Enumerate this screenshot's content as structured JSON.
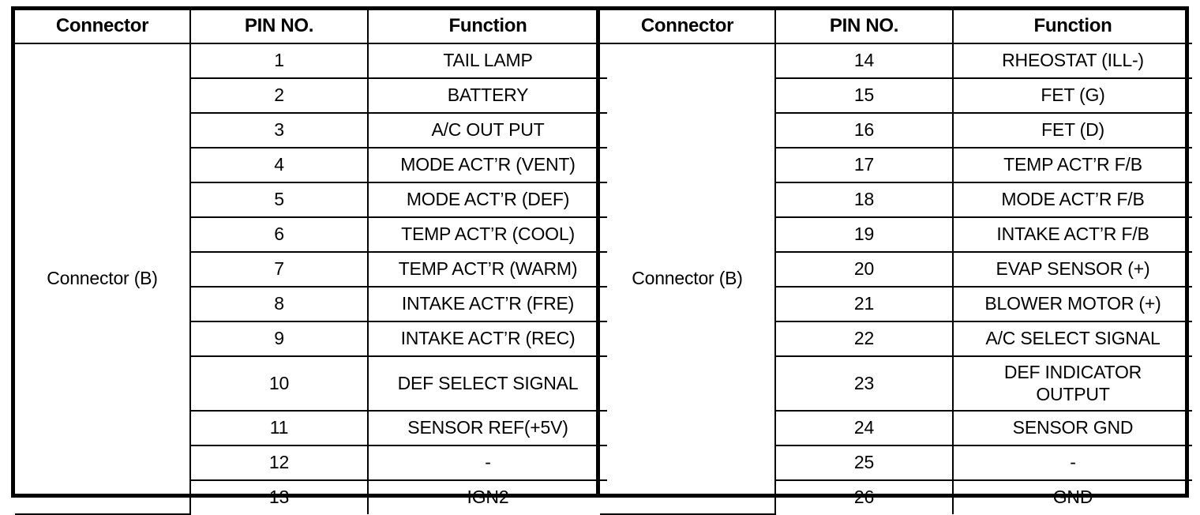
{
  "table": {
    "headers": {
      "connector": "Connector",
      "pin_no": "PIN NO.",
      "function": "Function"
    },
    "left": {
      "connector_label": "Connector (B)",
      "rows": [
        {
          "pin": "1",
          "function": "TAIL LAMP"
        },
        {
          "pin": "2",
          "function": "BATTERY"
        },
        {
          "pin": "3",
          "function": "A/C OUT PUT"
        },
        {
          "pin": "4",
          "function": "MODE ACT’R (VENT)"
        },
        {
          "pin": "5",
          "function": "MODE ACT’R (DEF)"
        },
        {
          "pin": "6",
          "function": "TEMP ACT’R (COOL)"
        },
        {
          "pin": "7",
          "function": "TEMP ACT’R (WARM)"
        },
        {
          "pin": "8",
          "function": "INTAKE ACT’R (FRE)"
        },
        {
          "pin": "9",
          "function": "INTAKE ACT’R (REC)"
        },
        {
          "pin": "10",
          "function": "DEF SELECT SIGNAL"
        },
        {
          "pin": "11",
          "function": "SENSOR REF(+5V)"
        },
        {
          "pin": "12",
          "function": "-"
        },
        {
          "pin": "13",
          "function": "IGN2"
        }
      ]
    },
    "right": {
      "connector_label": "Connector (B)",
      "rows": [
        {
          "pin": "14",
          "function": "RHEOSTAT (ILL-)"
        },
        {
          "pin": "15",
          "function": "FET (G)"
        },
        {
          "pin": "16",
          "function": "FET (D)"
        },
        {
          "pin": "17",
          "function": "TEMP ACT’R F/B"
        },
        {
          "pin": "18",
          "function": "MODE ACT’R F/B"
        },
        {
          "pin": "19",
          "function": "INTAKE ACT’R F/B"
        },
        {
          "pin": "20",
          "function": "EVAP SENSOR (+)"
        },
        {
          "pin": "21",
          "function": "BLOWER MOTOR (+)"
        },
        {
          "pin": "22",
          "function": "A/C SELECT SIGNAL"
        },
        {
          "pin": "23",
          "function_line1": "DEF INDICATOR",
          "function_line2": "OUTPUT"
        },
        {
          "pin": "24",
          "function": "SENSOR GND"
        },
        {
          "pin": "25",
          "function": "-"
        },
        {
          "pin": "26",
          "function": "GND"
        }
      ]
    }
  },
  "colors": {
    "background": "#ffffff",
    "text": "#000000",
    "border": "#000000"
  }
}
